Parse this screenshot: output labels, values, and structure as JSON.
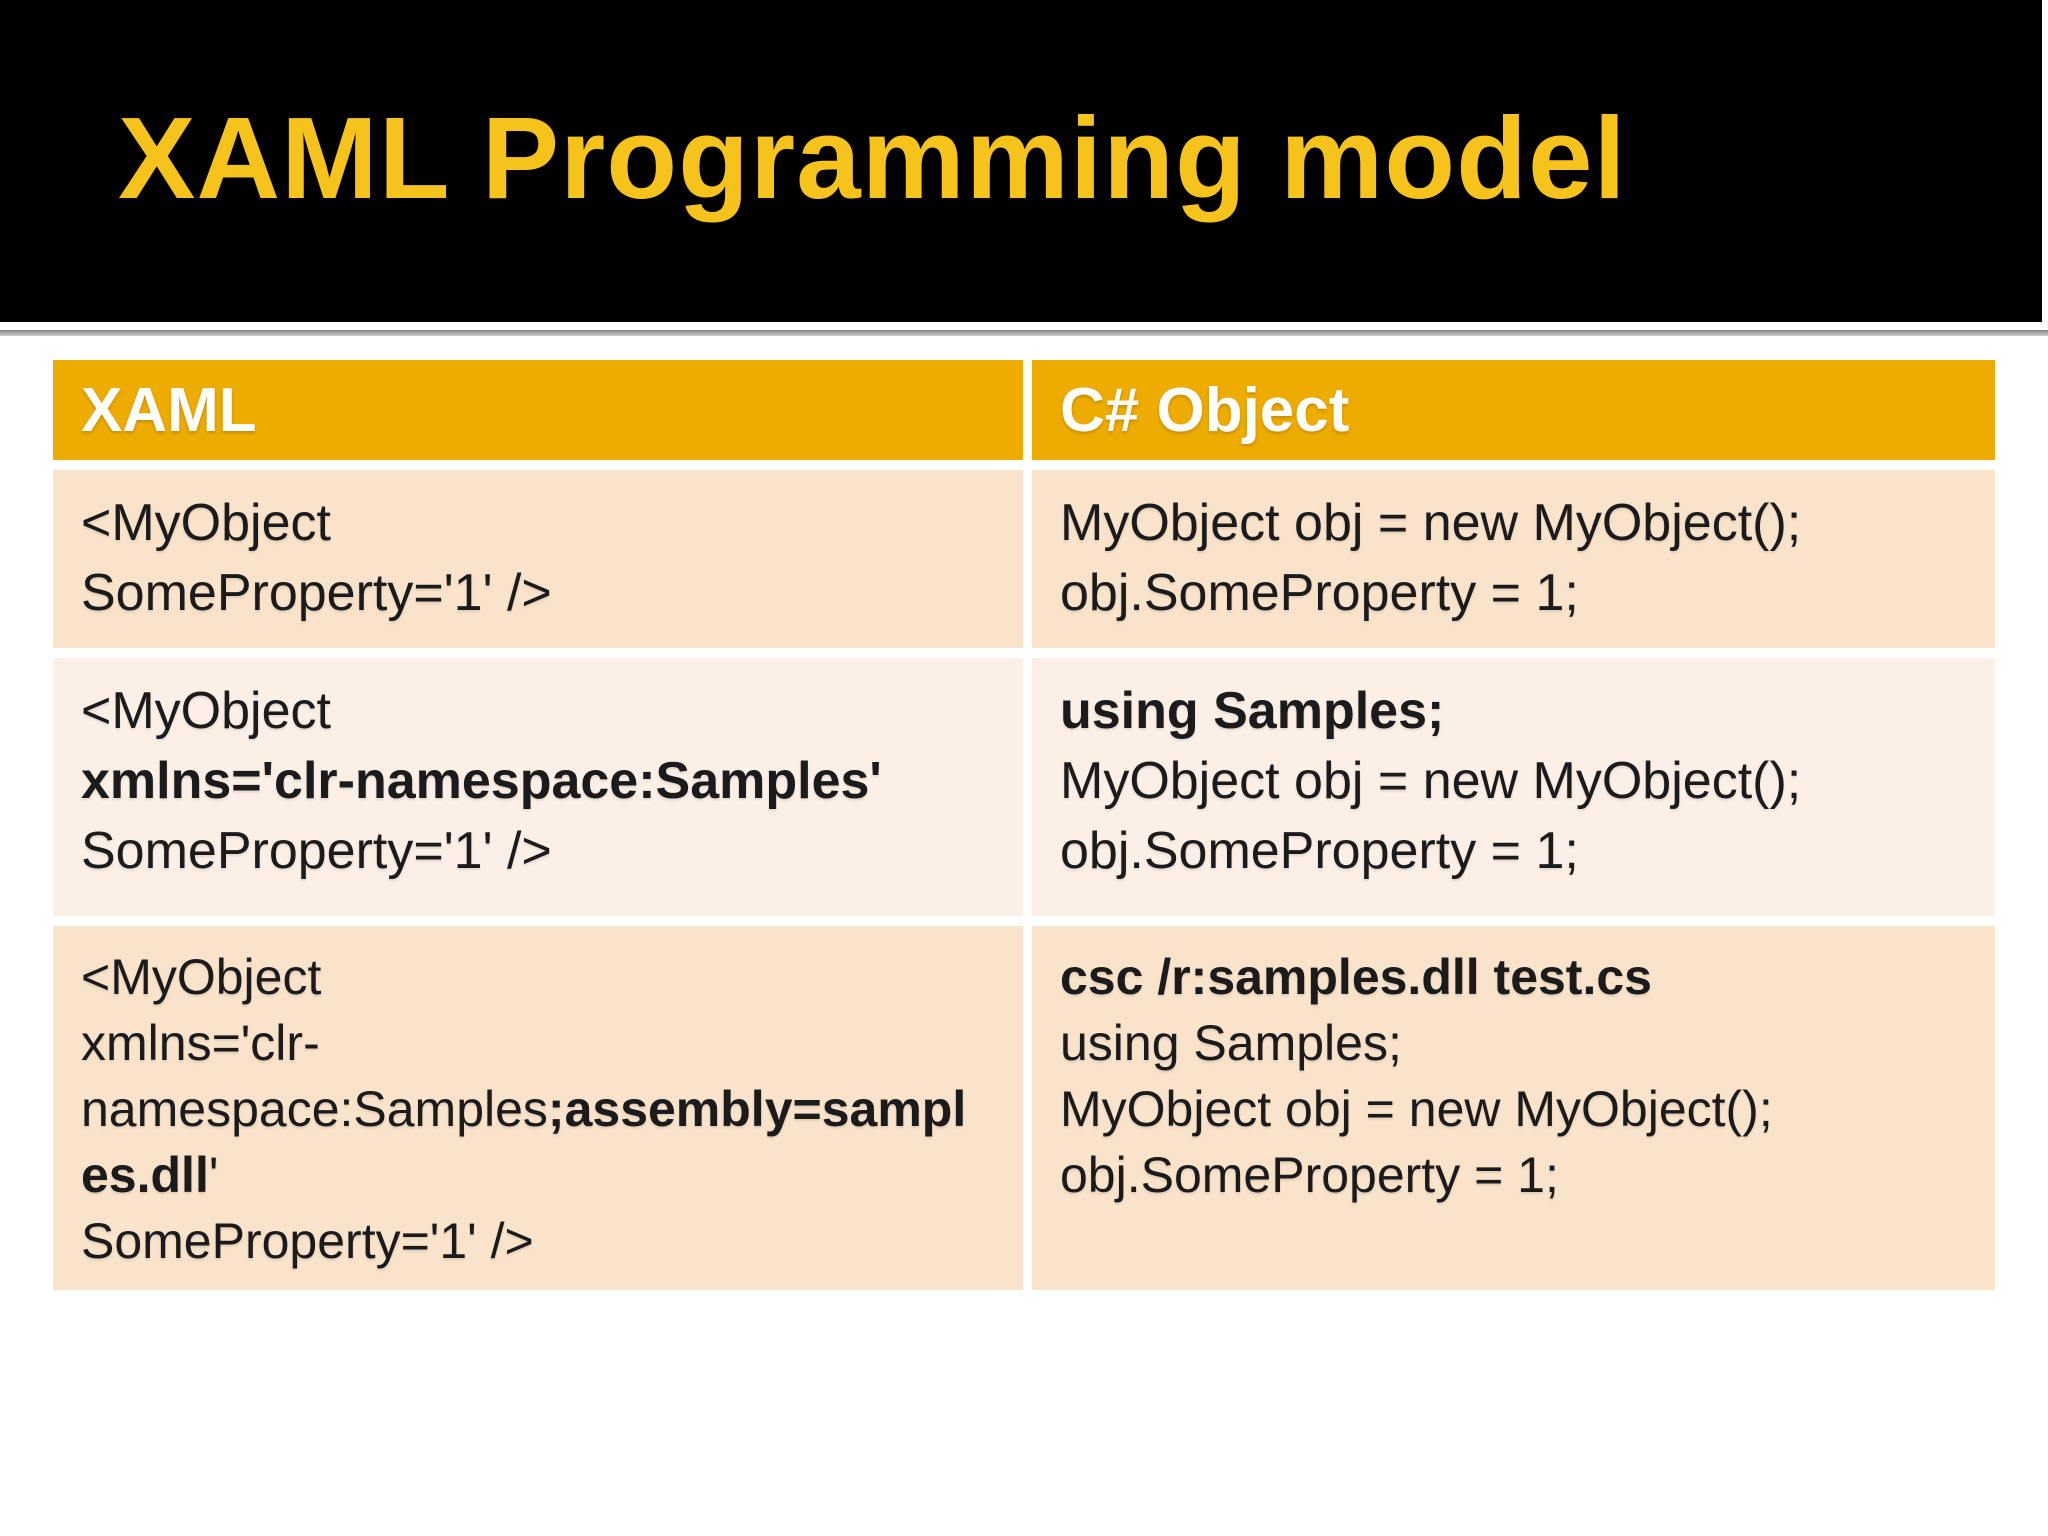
{
  "slide": {
    "title": "XAML Programming model"
  },
  "colors": {
    "page_bg": "#FFFFFF",
    "title_bar_bg": "#000000",
    "title_text": "#F6C31C",
    "header_bg": "#EEAB00",
    "header_text": "#FFFFFF",
    "row_a_bg": "#FAE3CB",
    "row_b_bg": "#FCEFE6",
    "cell_text": "#1B1B1B",
    "separator_gray": "#8A8A8A"
  },
  "table": {
    "headers": [
      {
        "label": "XAML"
      },
      {
        "label": "C# Object"
      }
    ],
    "rows": [
      {
        "cells": [
          {
            "lines": [
              [
                {
                  "t": "<MyObject",
                  "b": false
                }
              ],
              [
                {
                  "t": "SomeProperty='1' />",
                  "b": false
                }
              ]
            ]
          },
          {
            "lines": [
              [
                {
                  "t": "MyObject obj = new MyObject();",
                  "b": false
                }
              ],
              [
                {
                  "t": "obj.SomeProperty = 1;",
                  "b": false
                }
              ]
            ]
          }
        ]
      },
      {
        "cells": [
          {
            "lines": [
              [
                {
                  "t": "<MyObject",
                  "b": false
                }
              ],
              [
                {
                  "t": "xmlns='clr-namespace:Samples'",
                  "b": true
                }
              ],
              [
                {
                  "t": "SomeProperty='1' />",
                  "b": false
                }
              ]
            ]
          },
          {
            "lines": [
              [
                {
                  "t": "using Samples;",
                  "b": true
                }
              ],
              [
                {
                  "t": "MyObject obj = new MyObject();",
                  "b": false
                }
              ],
              [
                {
                  "t": "obj.SomeProperty = 1;",
                  "b": false
                }
              ]
            ]
          }
        ]
      },
      {
        "cells": [
          {
            "lines": [
              [
                {
                  "t": "<MyObject",
                  "b": false
                }
              ],
              [
                {
                  "t": "xmlns='clr-",
                  "b": false
                }
              ],
              [
                {
                  "t": "namespace:Samples",
                  "b": false
                },
                {
                  "t": ";assembly=sampl",
                  "b": true
                }
              ],
              [
                {
                  "t": "es.dll",
                  "b": true
                },
                {
                  "t": "'",
                  "b": false
                }
              ],
              [
                {
                  "t": "SomeProperty='1' />",
                  "b": false
                }
              ]
            ]
          },
          {
            "lines": [
              [
                {
                  "t": "csc /r:samples.dll test.cs",
                  "b": true
                }
              ],
              [
                {
                  "t": "using Samples;",
                  "b": false
                }
              ],
              [
                {
                  "t": "MyObject obj = new MyObject();",
                  "b": false
                }
              ],
              [
                {
                  "t": "obj.SomeProperty = 1;",
                  "b": false
                }
              ]
            ]
          }
        ]
      }
    ]
  }
}
